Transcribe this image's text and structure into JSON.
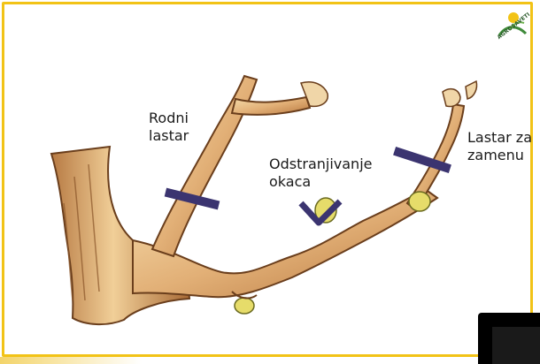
{
  "labels": {
    "fruiting_shoot": "Rodni\nlastar",
    "bud_removal": "Odstranjivanje\nokaca",
    "replacement_shoot": "Lastar za\nzamenu"
  },
  "logo": {
    "text": "AGROSAVETI",
    "icon": "sun-leaf-icon"
  },
  "colors": {
    "frame": "#f2c316",
    "wood_light": "#f3d39c",
    "wood_mid": "#d9a566",
    "wood_dark": "#7a4a22",
    "cut_marker": "#3b3470",
    "bud": "#e9df6a"
  }
}
